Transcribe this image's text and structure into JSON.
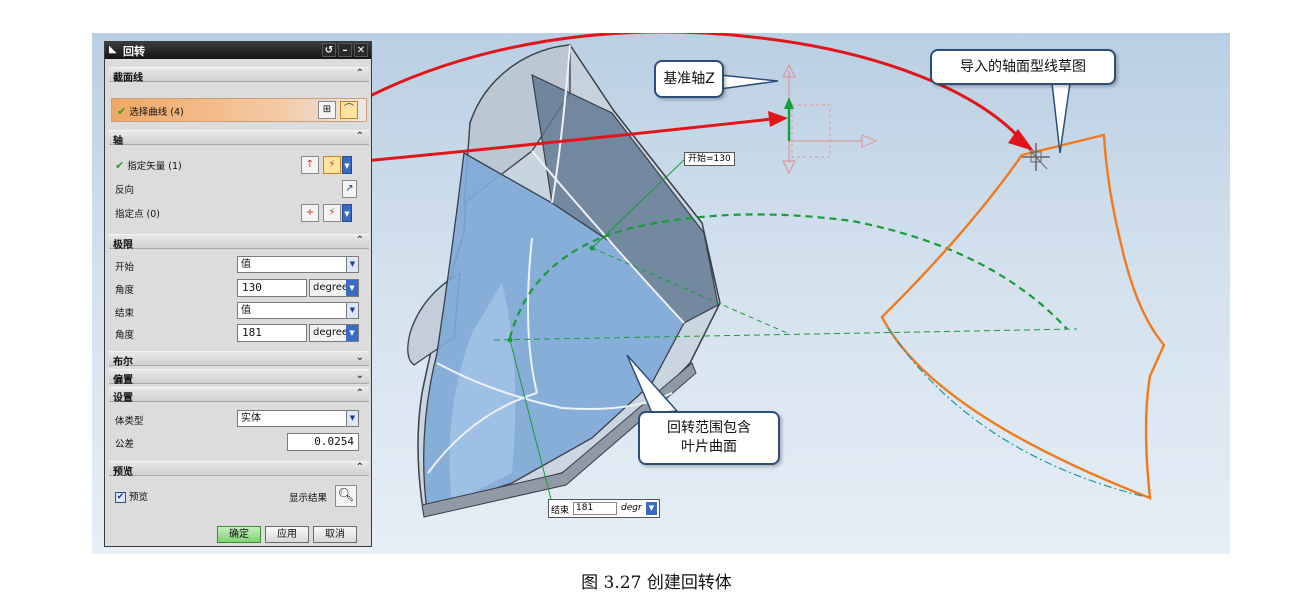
{
  "dialog": {
    "title": "回转",
    "title_buttons": [
      "↺",
      "–",
      "✕"
    ],
    "sections": {
      "section_curve": "截面线",
      "axis": "轴",
      "limits": "极限",
      "boolean": "布尔",
      "offset": "偏置",
      "settings": "设置",
      "preview": "预览"
    },
    "select_curve": "选择曲线 (4)",
    "specify_vector": "指定矢量 (1)",
    "reverse": "反向",
    "specify_point": "指定点 (0)",
    "limits": {
      "start_label": "开始",
      "start_type": "值",
      "start_angle_label": "角度",
      "start_angle": "130",
      "end_label": "结束",
      "end_type": "值",
      "end_angle_label": "角度",
      "end_angle": "181",
      "unit": "degree"
    },
    "body_type_label": "体类型",
    "body_type": "实体",
    "tolerance_label": "公差",
    "tolerance": "0.0254",
    "preview_checkbox": "预览",
    "show_result": "显示结果",
    "ok": "确定",
    "apply": "应用",
    "cancel": "取消"
  },
  "viewport": {
    "datum_axis_callout": "基准轴Z",
    "sketch_callout": "导入的轴面型线草图",
    "range_callout_line1": "回转范围包含",
    "range_callout_line2": "叶片曲面",
    "start_tag": "开始=130",
    "end_tag_label": "结束",
    "end_tag_value": "181",
    "end_tag_unit": "degr"
  },
  "caption": "图 3.27  创建回转体",
  "colors": {
    "sketch_orange": "#f07a1d",
    "arrow_red": "#e0161a",
    "preview_green": "#1a9a3a",
    "callout_border": "#2e4e7a"
  }
}
